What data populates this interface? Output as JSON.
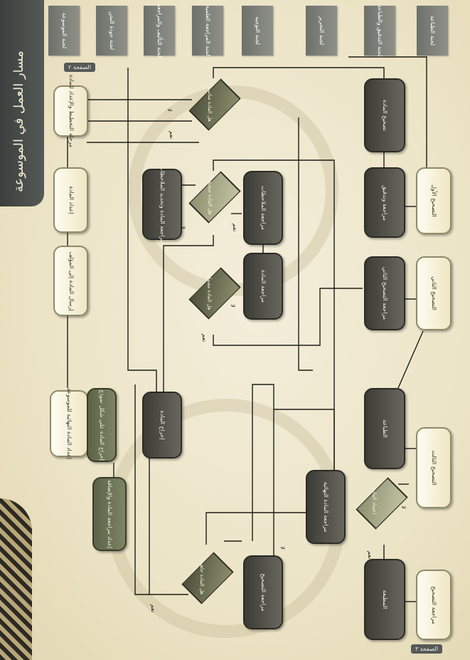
{
  "title": "مسار العمل في الموسوعة",
  "page_numbers": {
    "top": "الصفحة ٢",
    "bottom": "الصفحة ٣"
  },
  "columns": [
    "لجنة الموسوعة",
    "لجنة جودة المتن",
    "لجنة التأليف والمراجعة",
    "لجنة المراجعة العلمية",
    "لجنة التوجيه",
    "لجنة التحرير",
    "لجنة التدقيق والطباعة",
    "لجنة الطباعة"
  ],
  "nodes": {
    "n1": "مرحلة التخطيط والإعداد للمادة",
    "n2": "إعداد المادة",
    "n3": "إرسال المادة إلى المؤلف",
    "n4": "إعداد المادة النهائية للموسوعة",
    "n5": "إخراج المادة على شكل نموذج",
    "n6": "إعداد مراجعة المادة والإضافة",
    "n7": "مراجعة المادة وتحديد الملاحظات",
    "n8": "مراجعة الملاحظات",
    "n9": "مراجعة المادة",
    "n10": "مراجعة المادة النهائية",
    "n11": "تصحيح المادة",
    "n12": "إخراج المادة",
    "n13": "مراجعة التصحيح",
    "n14": "مراجعة التصحيح الثاني",
    "n15": "مراجعة وتدقيق",
    "n16": "الطباعة",
    "n17": "التصحيح الأول",
    "n18": "التصحيح الثاني",
    "n19": "التصحيح الثالث",
    "n20": "المطبعة"
  },
  "decisions": {
    "d1": "هل المادة مناسبة؟",
    "d2": "هل المادة صحيحة؟",
    "d3": "هل المادة مقبولة؟",
    "d4": "هل المادة جاهزة؟",
    "d5": "اعتماد المادة"
  },
  "edge_labels": {
    "yes": "نعم",
    "no": "لا"
  }
}
